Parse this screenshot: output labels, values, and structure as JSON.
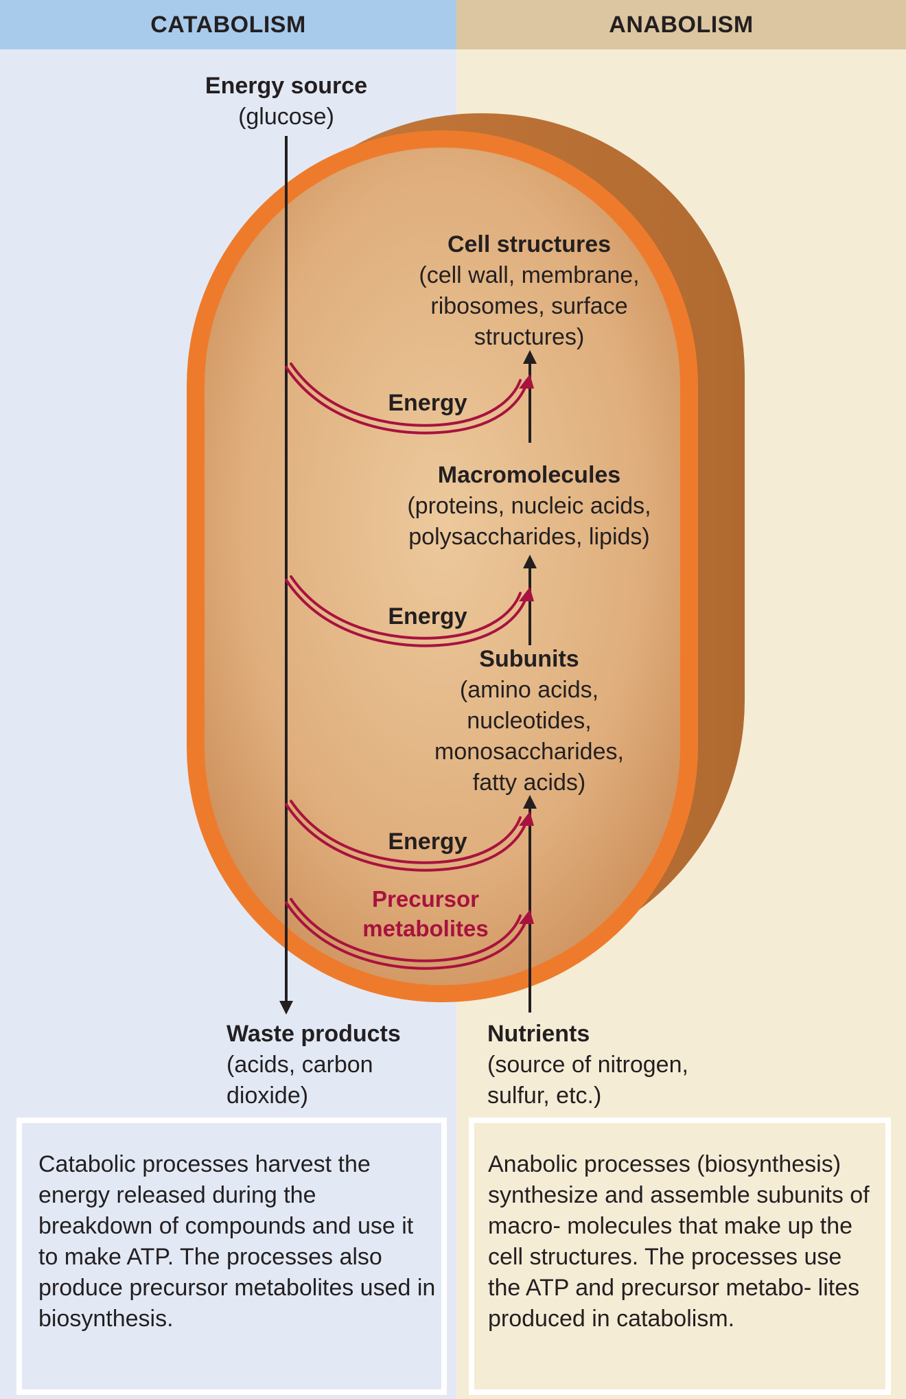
{
  "headers": {
    "catabolism": "CATABOLISM",
    "anabolism": "ANABOLISM"
  },
  "energy_source": {
    "title": "Energy source",
    "detail": "(glucose)"
  },
  "cell_structures": {
    "title": "Cell structures",
    "lines": [
      "(cell wall, membrane,",
      "ribosomes, surface",
      "structures)"
    ]
  },
  "macromolecules": {
    "title": "Macromolecules",
    "lines": [
      "(proteins, nucleic acids,",
      "polysaccharides, lipids)"
    ]
  },
  "subunits": {
    "title": "Subunits",
    "lines": [
      "(amino acids,",
      "nucleotides,",
      "monosaccharides,",
      "fatty acids)"
    ]
  },
  "energy_labels": [
    "Energy",
    "Energy",
    "Energy"
  ],
  "precursor": {
    "lines": [
      "Precursor",
      "metabolites"
    ]
  },
  "waste": {
    "title": "Waste products",
    "lines": [
      "(acids, carbon",
      "dioxide)"
    ]
  },
  "nutrients": {
    "title": "Nutrients",
    "lines": [
      "(source of nitrogen,",
      "sulfur, etc.)"
    ]
  },
  "catabolic_box": "Catabolic processes harvest the energy released during the breakdown of compounds and use it to make ATP. The processes also produce precursor metabolites used in biosynthesis.",
  "anabolic_box": "Anabolic processes (biosynthesis) synthesize and assemble subunits of macro- molecules that make up the cell structures. The processes use the ATP and precursor metabo- lites produced in catabolism.",
  "colors": {
    "catabolism_bg": "#e2e9f5",
    "anabolism_bg": "#f5ecd6",
    "cell_wall": "#ee7b2c",
    "cell_interior": "#e0b07e",
    "arrow_red": "#a8123e"
  }
}
